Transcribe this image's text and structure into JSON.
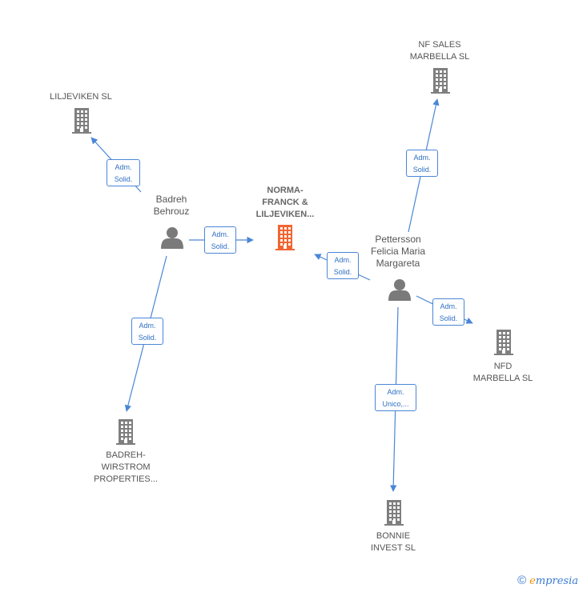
{
  "nodes": {
    "norma": {
      "label": "NORMA-\nFRANCK &\nLILJEVIKEN...",
      "kind": "company",
      "focus": true
    },
    "liljeviken": {
      "label": "LILJEVIKEN  SL",
      "kind": "company"
    },
    "nf_sales": {
      "label": "NF SALES\nMARBELLA  SL",
      "kind": "company"
    },
    "nfd": {
      "label": "NFD\nMARBELLA  SL",
      "kind": "company"
    },
    "badreh_wirstrom": {
      "label": "BADREH-\nWIRSTROM\nPROPERTIES...",
      "kind": "company"
    },
    "bonnie": {
      "label": "BONNIE\nINVEST  SL",
      "kind": "company"
    },
    "badreh": {
      "label": "Badreh\nBehrouz",
      "kind": "person"
    },
    "pettersson": {
      "label": "Pettersson\nFelicia Maria\nMargareta",
      "kind": "person"
    }
  },
  "edges": [
    {
      "from": "badreh",
      "to": "liljeviken",
      "label": "Adm.\nSolid."
    },
    {
      "from": "badreh",
      "to": "norma",
      "label": "Adm.\nSolid."
    },
    {
      "from": "badreh",
      "to": "badreh_wirstrom",
      "label": "Adm.\nSolid."
    },
    {
      "from": "pettersson",
      "to": "norma",
      "label": "Adm.\nSolid."
    },
    {
      "from": "pettersson",
      "to": "nf_sales",
      "label": "Adm.\nSolid."
    },
    {
      "from": "pettersson",
      "to": "nfd",
      "label": "Adm.\nSolid."
    },
    {
      "from": "pettersson",
      "to": "bonnie",
      "label": "Adm.\nUnico,..."
    }
  ],
  "colors": {
    "edge": "#4a86d6",
    "company": "#7f7f7f",
    "focus": "#f26532",
    "person": "#7a7a7a"
  },
  "footer": {
    "copyright": "©",
    "brand_first": "e",
    "brand_rest": "mpresia"
  }
}
